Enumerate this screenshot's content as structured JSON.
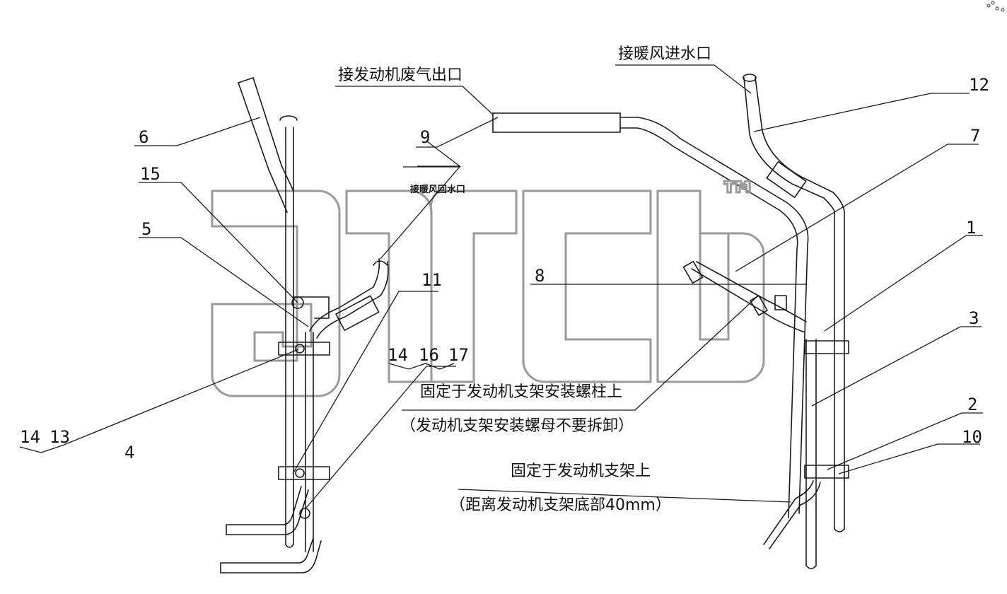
{
  "watermark": {
    "text": "™"
  },
  "part_numbers": {
    "p1": "1",
    "p2": "2",
    "p3": "3",
    "p4": "4",
    "p5": "5",
    "p6": "6",
    "p7": "7",
    "p8": "8",
    "p9": "9",
    "p10": "10",
    "p11": "11",
    "p12": "12",
    "p15": "15",
    "p14_13_a": "14",
    "p14_13_b": "13",
    "p14_16_17_a": "14",
    "p14_16_17_b": "16",
    "p14_16_17_c": "17"
  },
  "notes": {
    "engine_exhaust": "接发动机废气出口",
    "heater_inlet": "接暖风进水口",
    "heater_return": "接暖风回水口",
    "fix_bracket_stud": "固定于发动机支架安装螺柱上",
    "bracket_nut_note": "（发动机支架安装螺母不要拆卸）",
    "fix_bracket": "固定于发动机支架上",
    "distance_note": "（距离发动机支架底部40mm）"
  },
  "colors": {
    "line": "#1a1a1a",
    "watermark": "#9a9a9a"
  }
}
